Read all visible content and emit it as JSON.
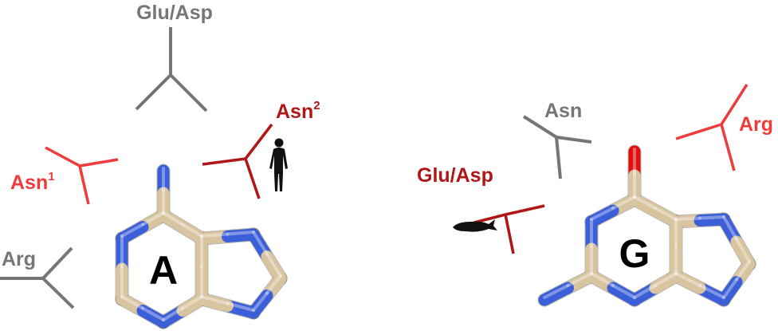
{
  "colors": {
    "gray": "#767676",
    "light_red": "#ee3b3b",
    "dark_red": "#b01616",
    "carbon": "#d9c4a0",
    "carbon_edge": "#a89574",
    "nitrogen": "#3a5fd8",
    "oxygen": "#e01010",
    "silhouette": "#111111"
  },
  "left_panel": {
    "base_letter": "A",
    "labels": {
      "glu_asp": "Glu/Asp",
      "asn2_base": "Asn",
      "asn2_sup": "2",
      "asn1_base": "Asn",
      "asn1_sup": "1",
      "arg": "Arg"
    },
    "icon": "human-silhouette-icon"
  },
  "right_panel": {
    "base_letter": "G",
    "labels": {
      "asn": "Asn",
      "arg": "Arg",
      "glu_asp": "Glu/Asp"
    },
    "icon": "fish-silhouette-icon"
  }
}
